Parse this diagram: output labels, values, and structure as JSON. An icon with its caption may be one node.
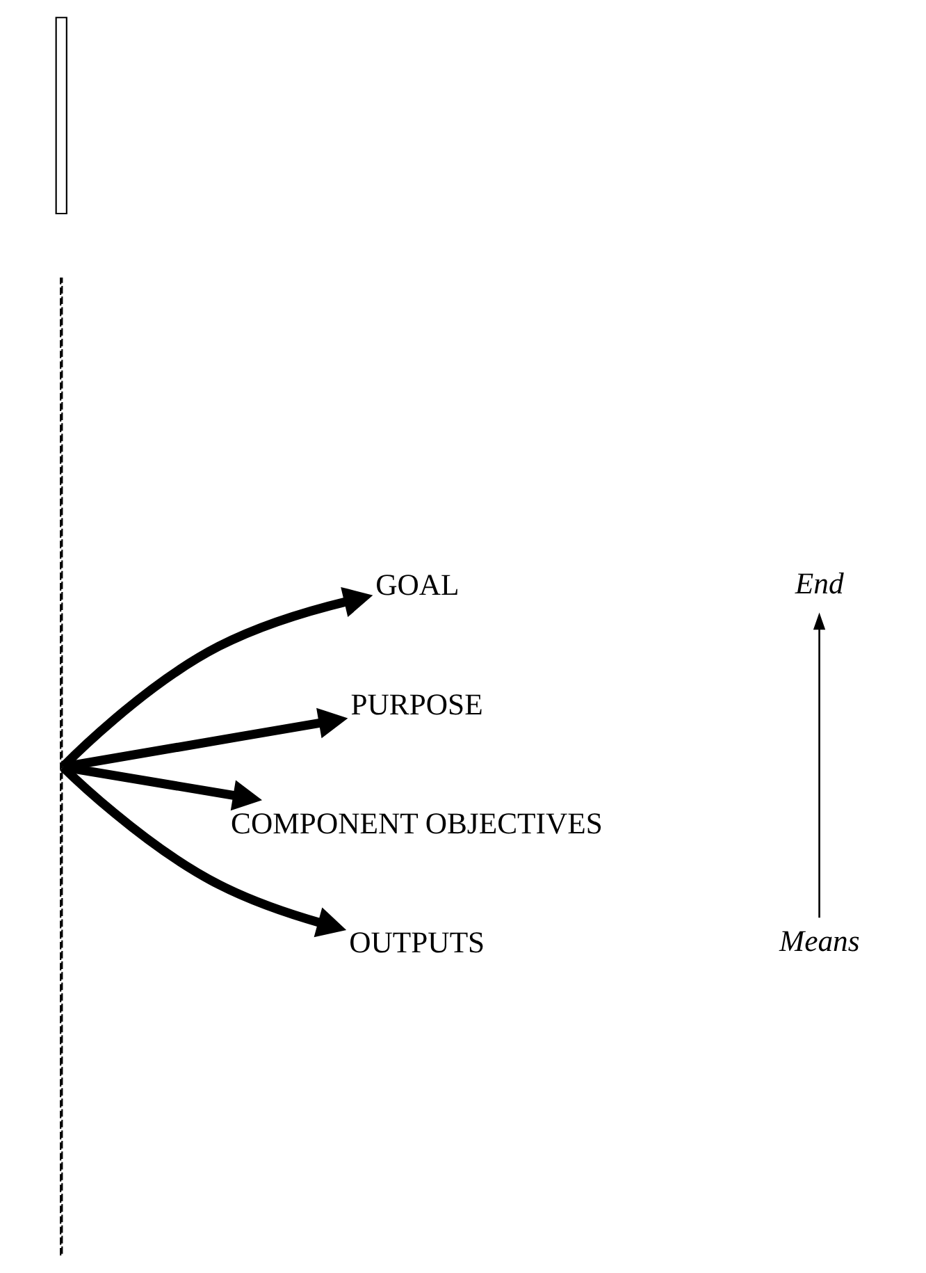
{
  "diagram": {
    "nodes": [
      {
        "text": [],
        "shape": "line"
      },
      {
        "text": [],
        "shape": "box"
      },
      {
        "text": [
          "GOAL"
        ]
      },
      {
        "text": [
          "PURPOSE"
        ]
      },
      {
        "text": [
          "COMPONENT OBJECTIVES"
        ]
      },
      {
        "text": [
          "OUTPUTS"
        ]
      }
    ],
    "edges": [
      {
        "from": 0,
        "to": 2,
        "arrow": "to"
      },
      {
        "from": 0,
        "to": 3,
        "arrow": "to"
      },
      {
        "from": 0,
        "to": 4,
        "arrow": "to"
      },
      {
        "from": 0,
        "to": 5,
        "arrow": "to"
      }
    ],
    "labels": [
      "End",
      "Means"
    ]
  }
}
